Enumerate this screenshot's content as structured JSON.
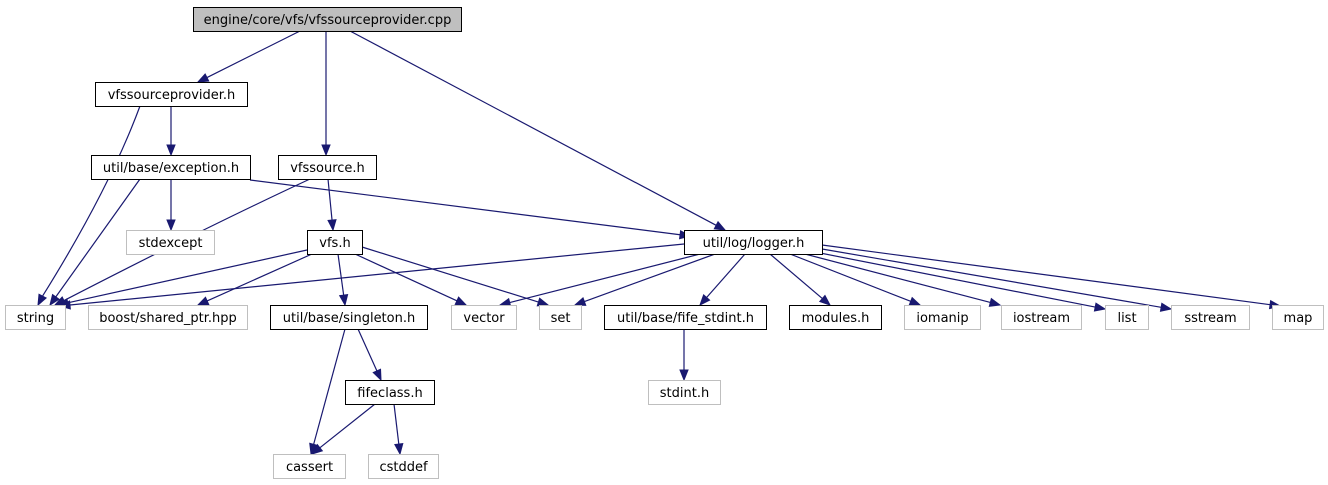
{
  "colors": {
    "edge": "#191970",
    "root_fill": "#bfbfbf",
    "root_border": "#000000",
    "internal_border": "#000000",
    "external_border": "#bfbfbf",
    "fill": "#ffffff",
    "text": "#000000"
  },
  "nodes": [
    {
      "id": "root",
      "label": "engine/core/vfs/vfssourceprovider.cpp",
      "kind": "root"
    },
    {
      "id": "vfssourceprovider_h",
      "label": "vfssourceprovider.h",
      "kind": "internal"
    },
    {
      "id": "exception_h",
      "label": "util/base/exception.h",
      "kind": "internal"
    },
    {
      "id": "vfssource_h",
      "label": "vfssource.h",
      "kind": "internal"
    },
    {
      "id": "logger_h",
      "label": "util/log/logger.h",
      "kind": "internal"
    },
    {
      "id": "stdexcept",
      "label": "stdexcept",
      "kind": "external"
    },
    {
      "id": "vfs_h",
      "label": "vfs.h",
      "kind": "internal"
    },
    {
      "id": "string",
      "label": "string",
      "kind": "external"
    },
    {
      "id": "shared_ptr",
      "label": "boost/shared_ptr.hpp",
      "kind": "external"
    },
    {
      "id": "singleton_h",
      "label": "util/base/singleton.h",
      "kind": "internal"
    },
    {
      "id": "vector",
      "label": "vector",
      "kind": "external"
    },
    {
      "id": "set",
      "label": "set",
      "kind": "external"
    },
    {
      "id": "fife_stdint_h",
      "label": "util/base/fife_stdint.h",
      "kind": "internal"
    },
    {
      "id": "modules_h",
      "label": "modules.h",
      "kind": "internal"
    },
    {
      "id": "iomanip",
      "label": "iomanip",
      "kind": "external"
    },
    {
      "id": "iostream",
      "label": "iostream",
      "kind": "external"
    },
    {
      "id": "list",
      "label": "list",
      "kind": "external"
    },
    {
      "id": "sstream",
      "label": "sstream",
      "kind": "external"
    },
    {
      "id": "map",
      "label": "map",
      "kind": "external"
    },
    {
      "id": "fifeclass_h",
      "label": "fifeclass.h",
      "kind": "internal"
    },
    {
      "id": "stdint_h",
      "label": "stdint.h",
      "kind": "external"
    },
    {
      "id": "cassert",
      "label": "cassert",
      "kind": "external"
    },
    {
      "id": "cstddef",
      "label": "cstddef",
      "kind": "external"
    }
  ],
  "edges": [
    {
      "from": "root",
      "to": "vfssourceprovider_h"
    },
    {
      "from": "root",
      "to": "vfssource_h"
    },
    {
      "from": "root",
      "to": "logger_h"
    },
    {
      "from": "vfssourceprovider_h",
      "to": "string"
    },
    {
      "from": "vfssourceprovider_h",
      "to": "exception_h"
    },
    {
      "from": "exception_h",
      "to": "stdexcept"
    },
    {
      "from": "exception_h",
      "to": "string"
    },
    {
      "from": "exception_h",
      "to": "logger_h"
    },
    {
      "from": "vfssource_h",
      "to": "vfs_h"
    },
    {
      "from": "vfssource_h",
      "to": "string"
    },
    {
      "from": "vfs_h",
      "to": "string"
    },
    {
      "from": "vfs_h",
      "to": "shared_ptr"
    },
    {
      "from": "vfs_h",
      "to": "singleton_h"
    },
    {
      "from": "vfs_h",
      "to": "vector"
    },
    {
      "from": "vfs_h",
      "to": "set"
    },
    {
      "from": "logger_h",
      "to": "string"
    },
    {
      "from": "logger_h",
      "to": "vector"
    },
    {
      "from": "logger_h",
      "to": "set"
    },
    {
      "from": "logger_h",
      "to": "fife_stdint_h"
    },
    {
      "from": "logger_h",
      "to": "modules_h"
    },
    {
      "from": "logger_h",
      "to": "iomanip"
    },
    {
      "from": "logger_h",
      "to": "iostream"
    },
    {
      "from": "logger_h",
      "to": "list"
    },
    {
      "from": "logger_h",
      "to": "sstream"
    },
    {
      "from": "logger_h",
      "to": "map"
    },
    {
      "from": "singleton_h",
      "to": "fifeclass_h"
    },
    {
      "from": "singleton_h",
      "to": "cassert"
    },
    {
      "from": "fifeclass_h",
      "to": "cassert"
    },
    {
      "from": "fifeclass_h",
      "to": "cstddef"
    },
    {
      "from": "fife_stdint_h",
      "to": "stdint_h"
    }
  ]
}
